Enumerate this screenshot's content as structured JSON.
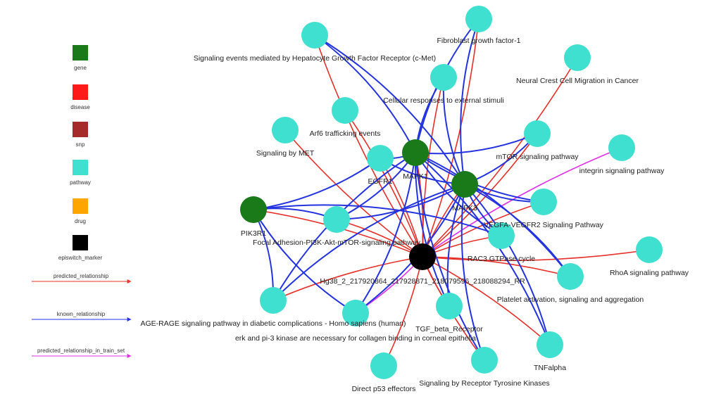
{
  "legend": {
    "node_types": [
      {
        "key": "gene",
        "label": "gene",
        "color": "#1a7a1a"
      },
      {
        "key": "disease",
        "label": "disease",
        "color": "#ff1a1a"
      },
      {
        "key": "snp",
        "label": "snp",
        "color": "#a52a2a"
      },
      {
        "key": "pathway",
        "label": "pathway",
        "color": "#40e0d0"
      },
      {
        "key": "drug",
        "label": "drug",
        "color": "#ffa500"
      },
      {
        "key": "episwitch_marker",
        "label": "episwitch_marker",
        "color": "#000000"
      }
    ],
    "edge_types": [
      {
        "key": "predicted",
        "label": "predicted_relationship",
        "color": "#e8302a"
      },
      {
        "key": "known",
        "label": "known_relationship",
        "color": "#2433e0"
      },
      {
        "key": "train",
        "label": "predicted_relationship_in_train_set",
        "color": "#e030e8"
      }
    ]
  },
  "nodes": [
    {
      "id": "fgf1",
      "label": "Fibroblast growth factor-1",
      "type": "pathway"
    },
    {
      "id": "hgf",
      "label": "Signaling events mediated by Hepatocyte Growth Factor Receptor (c-Met)",
      "type": "pathway"
    },
    {
      "id": "ncc",
      "label": "Neural Crest Cell Migration in Cancer",
      "type": "pathway"
    },
    {
      "id": "cres",
      "label": "Cellular responses to external stimuli",
      "type": "pathway"
    },
    {
      "id": "arf6",
      "label": "Arf6 trafficking events",
      "type": "pathway"
    },
    {
      "id": "met",
      "label": "Signaling by MET",
      "type": "pathway"
    },
    {
      "id": "mtor",
      "label": "mTOR signaling pathway",
      "type": "pathway"
    },
    {
      "id": "integrin",
      "label": "integrin signaling pathway",
      "type": "pathway"
    },
    {
      "id": "egfr1",
      "label": "EGFR1",
      "type": "pathway"
    },
    {
      "id": "mapk1",
      "label": "MAPK1",
      "type": "gene"
    },
    {
      "id": "mapk3",
      "label": "MAPK3",
      "type": "gene"
    },
    {
      "id": "pik3r1",
      "label": "PIK3R1",
      "type": "gene"
    },
    {
      "id": "vegfa",
      "label": "VEGFA-VEGFR2 Signaling Pathway",
      "type": "pathway"
    },
    {
      "id": "focal",
      "label": "Focal Adhesion-PI3K-Akt-mTOR-signaling pathway",
      "type": "pathway"
    },
    {
      "id": "rac3",
      "label": "RAC3 GTPase cycle",
      "type": "pathway"
    },
    {
      "id": "hg38",
      "label": "Hg38_2_217920864_217928871_218079596_218088294_RR",
      "type": "episwitch_marker"
    },
    {
      "id": "rhoa",
      "label": "RhoA signaling pathway",
      "type": "pathway"
    },
    {
      "id": "platelet",
      "label": "Platelet activation, signaling and aggregation",
      "type": "pathway"
    },
    {
      "id": "age",
      "label": "AGE-RAGE signaling pathway in diabetic complications - Homo sapiens (human)",
      "type": "pathway"
    },
    {
      "id": "erk",
      "label": "erk and pi-3 kinase are necessary for collagen binding in corneal epithelia",
      "type": "pathway"
    },
    {
      "id": "tgfb",
      "label": "TGF_beta_Receptor",
      "type": "pathway"
    },
    {
      "id": "tnfa",
      "label": "TNFalpha",
      "type": "pathway"
    },
    {
      "id": "rtk",
      "label": "Signaling by Receptor Tyrosine Kinases",
      "type": "pathway"
    },
    {
      "id": "p53",
      "label": "Direct p53 effectors",
      "type": "pathway"
    }
  ],
  "edges": [
    {
      "from": "hg38",
      "to": "fgf1",
      "type": "predicted"
    },
    {
      "from": "hg38",
      "to": "hgf",
      "type": "predicted"
    },
    {
      "from": "hg38",
      "to": "ncc",
      "type": "predicted"
    },
    {
      "from": "hg38",
      "to": "cres",
      "type": "predicted"
    },
    {
      "from": "hg38",
      "to": "arf6",
      "type": "predicted"
    },
    {
      "from": "hg38",
      "to": "met",
      "type": "predicted"
    },
    {
      "from": "hg38",
      "to": "mtor",
      "type": "predicted"
    },
    {
      "from": "hg38",
      "to": "integrin",
      "type": "train"
    },
    {
      "from": "hg38",
      "to": "egfr1",
      "type": "predicted"
    },
    {
      "from": "hg38",
      "to": "vegfa",
      "type": "predicted"
    },
    {
      "from": "hg38",
      "to": "focal",
      "type": "predicted"
    },
    {
      "from": "hg38",
      "to": "rac3",
      "type": "predicted"
    },
    {
      "from": "hg38",
      "to": "rhoa",
      "type": "predicted"
    },
    {
      "from": "hg38",
      "to": "platelet",
      "type": "predicted"
    },
    {
      "from": "hg38",
      "to": "age",
      "type": "predicted"
    },
    {
      "from": "hg38",
      "to": "erk",
      "type": "train"
    },
    {
      "from": "hg38",
      "to": "tgfb",
      "type": "predicted"
    },
    {
      "from": "hg38",
      "to": "tnfa",
      "type": "predicted"
    },
    {
      "from": "hg38",
      "to": "rtk",
      "type": "predicted"
    },
    {
      "from": "hg38",
      "to": "p53",
      "type": "predicted"
    },
    {
      "from": "hg38",
      "to": "mapk1",
      "type": "predicted"
    },
    {
      "from": "hg38",
      "to": "mapk3",
      "type": "predicted"
    },
    {
      "from": "hg38",
      "to": "pik3r1",
      "type": "predicted"
    },
    {
      "from": "mapk1",
      "to": "fgf1",
      "type": "known"
    },
    {
      "from": "mapk1",
      "to": "hgf",
      "type": "known"
    },
    {
      "from": "mapk1",
      "to": "cres",
      "type": "known"
    },
    {
      "from": "mapk1",
      "to": "mtor",
      "type": "known"
    },
    {
      "from": "mapk1",
      "to": "egfr1",
      "type": "known"
    },
    {
      "from": "mapk1",
      "to": "vegfa",
      "type": "known"
    },
    {
      "from": "mapk1",
      "to": "focal",
      "type": "known"
    },
    {
      "from": "mapk1",
      "to": "rac3",
      "type": "known"
    },
    {
      "from": "mapk1",
      "to": "platelet",
      "type": "known"
    },
    {
      "from": "mapk1",
      "to": "age",
      "type": "known"
    },
    {
      "from": "mapk1",
      "to": "erk",
      "type": "known"
    },
    {
      "from": "mapk1",
      "to": "tgfb",
      "type": "known"
    },
    {
      "from": "mapk1",
      "to": "tnfa",
      "type": "known"
    },
    {
      "from": "mapk1",
      "to": "rtk",
      "type": "known"
    },
    {
      "from": "mapk3",
      "to": "fgf1",
      "type": "known"
    },
    {
      "from": "mapk3",
      "to": "hgf",
      "type": "known"
    },
    {
      "from": "mapk3",
      "to": "cres",
      "type": "known"
    },
    {
      "from": "mapk3",
      "to": "mtor",
      "type": "known"
    },
    {
      "from": "mapk3",
      "to": "egfr1",
      "type": "known"
    },
    {
      "from": "mapk3",
      "to": "vegfa",
      "type": "known"
    },
    {
      "from": "mapk3",
      "to": "focal",
      "type": "known"
    },
    {
      "from": "mapk3",
      "to": "rac3",
      "type": "known"
    },
    {
      "from": "mapk3",
      "to": "platelet",
      "type": "known"
    },
    {
      "from": "mapk3",
      "to": "age",
      "type": "known"
    },
    {
      "from": "mapk3",
      "to": "erk",
      "type": "known"
    },
    {
      "from": "mapk3",
      "to": "tgfb",
      "type": "known"
    },
    {
      "from": "mapk3",
      "to": "tnfa",
      "type": "known"
    },
    {
      "from": "mapk3",
      "to": "rtk",
      "type": "known"
    },
    {
      "from": "pik3r1",
      "to": "focal",
      "type": "known"
    },
    {
      "from": "pik3r1",
      "to": "egfr1",
      "type": "known"
    },
    {
      "from": "pik3r1",
      "to": "age",
      "type": "known"
    },
    {
      "from": "pik3r1",
      "to": "erk",
      "type": "known"
    },
    {
      "from": "pik3r1",
      "to": "rac3",
      "type": "known"
    }
  ]
}
